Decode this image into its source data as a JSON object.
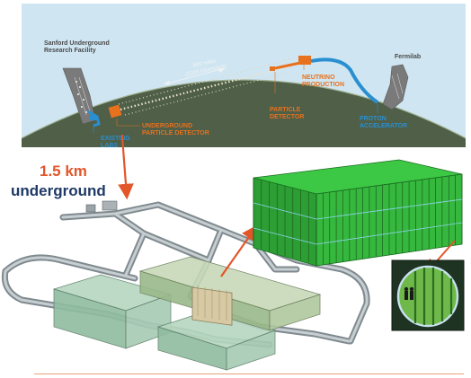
{
  "top_panel": {
    "sanford": [
      "Sanford Underground",
      "Research Facility"
    ],
    "fermilab": "Fermilab",
    "distance": [
      "800 miles",
      "(1300 kilometers)"
    ],
    "neutrino": [
      "NEUTRINO",
      "PRODUCTION"
    ],
    "particle_detector": [
      "PARTICLE",
      "DETECTOR"
    ],
    "existing_labs": [
      "EXISTING",
      "LABS"
    ],
    "underground_detector": [
      "UNDERGROUND",
      "PARTICLE DETECTOR"
    ],
    "proton": [
      "PROTON",
      "ACCELERATOR"
    ]
  },
  "depth": {
    "value": "1.5 km",
    "label": "underground"
  },
  "colors": {
    "sky": "#cfe6f2",
    "earth": "#4f5f48",
    "orange": "#e8711d",
    "blue": "#2a8fd0",
    "detector_green": "#2fb33a",
    "arrow": "#e2562a"
  }
}
